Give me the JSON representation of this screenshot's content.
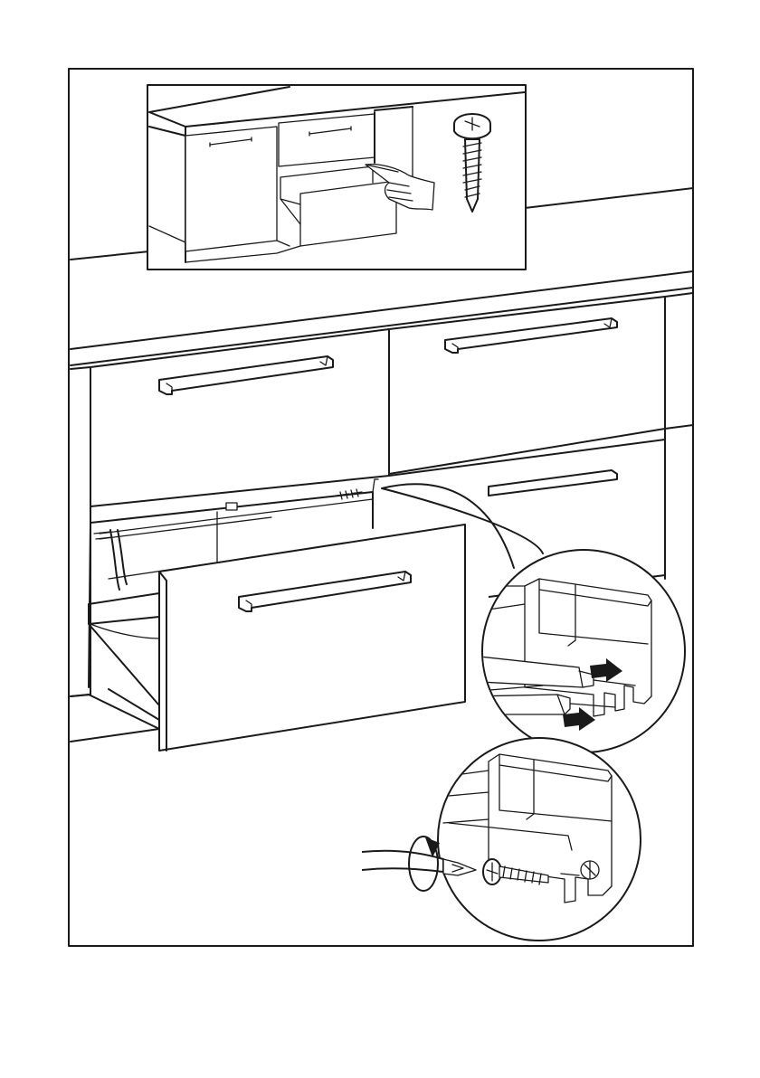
{
  "figure": {
    "kind": "installation-instruction-illustration",
    "colors": {
      "ink": "#1a1a1a",
      "paper": "#ffffff"
    },
    "icons": [
      "cabinet-overview-inset",
      "pointing-hand-icon",
      "screw-icon",
      "magnifier-callout-upper",
      "magnifier-callout-lower",
      "arrow-right-icon",
      "rotate-arrow-icon",
      "screwdriver-icon"
    ]
  }
}
